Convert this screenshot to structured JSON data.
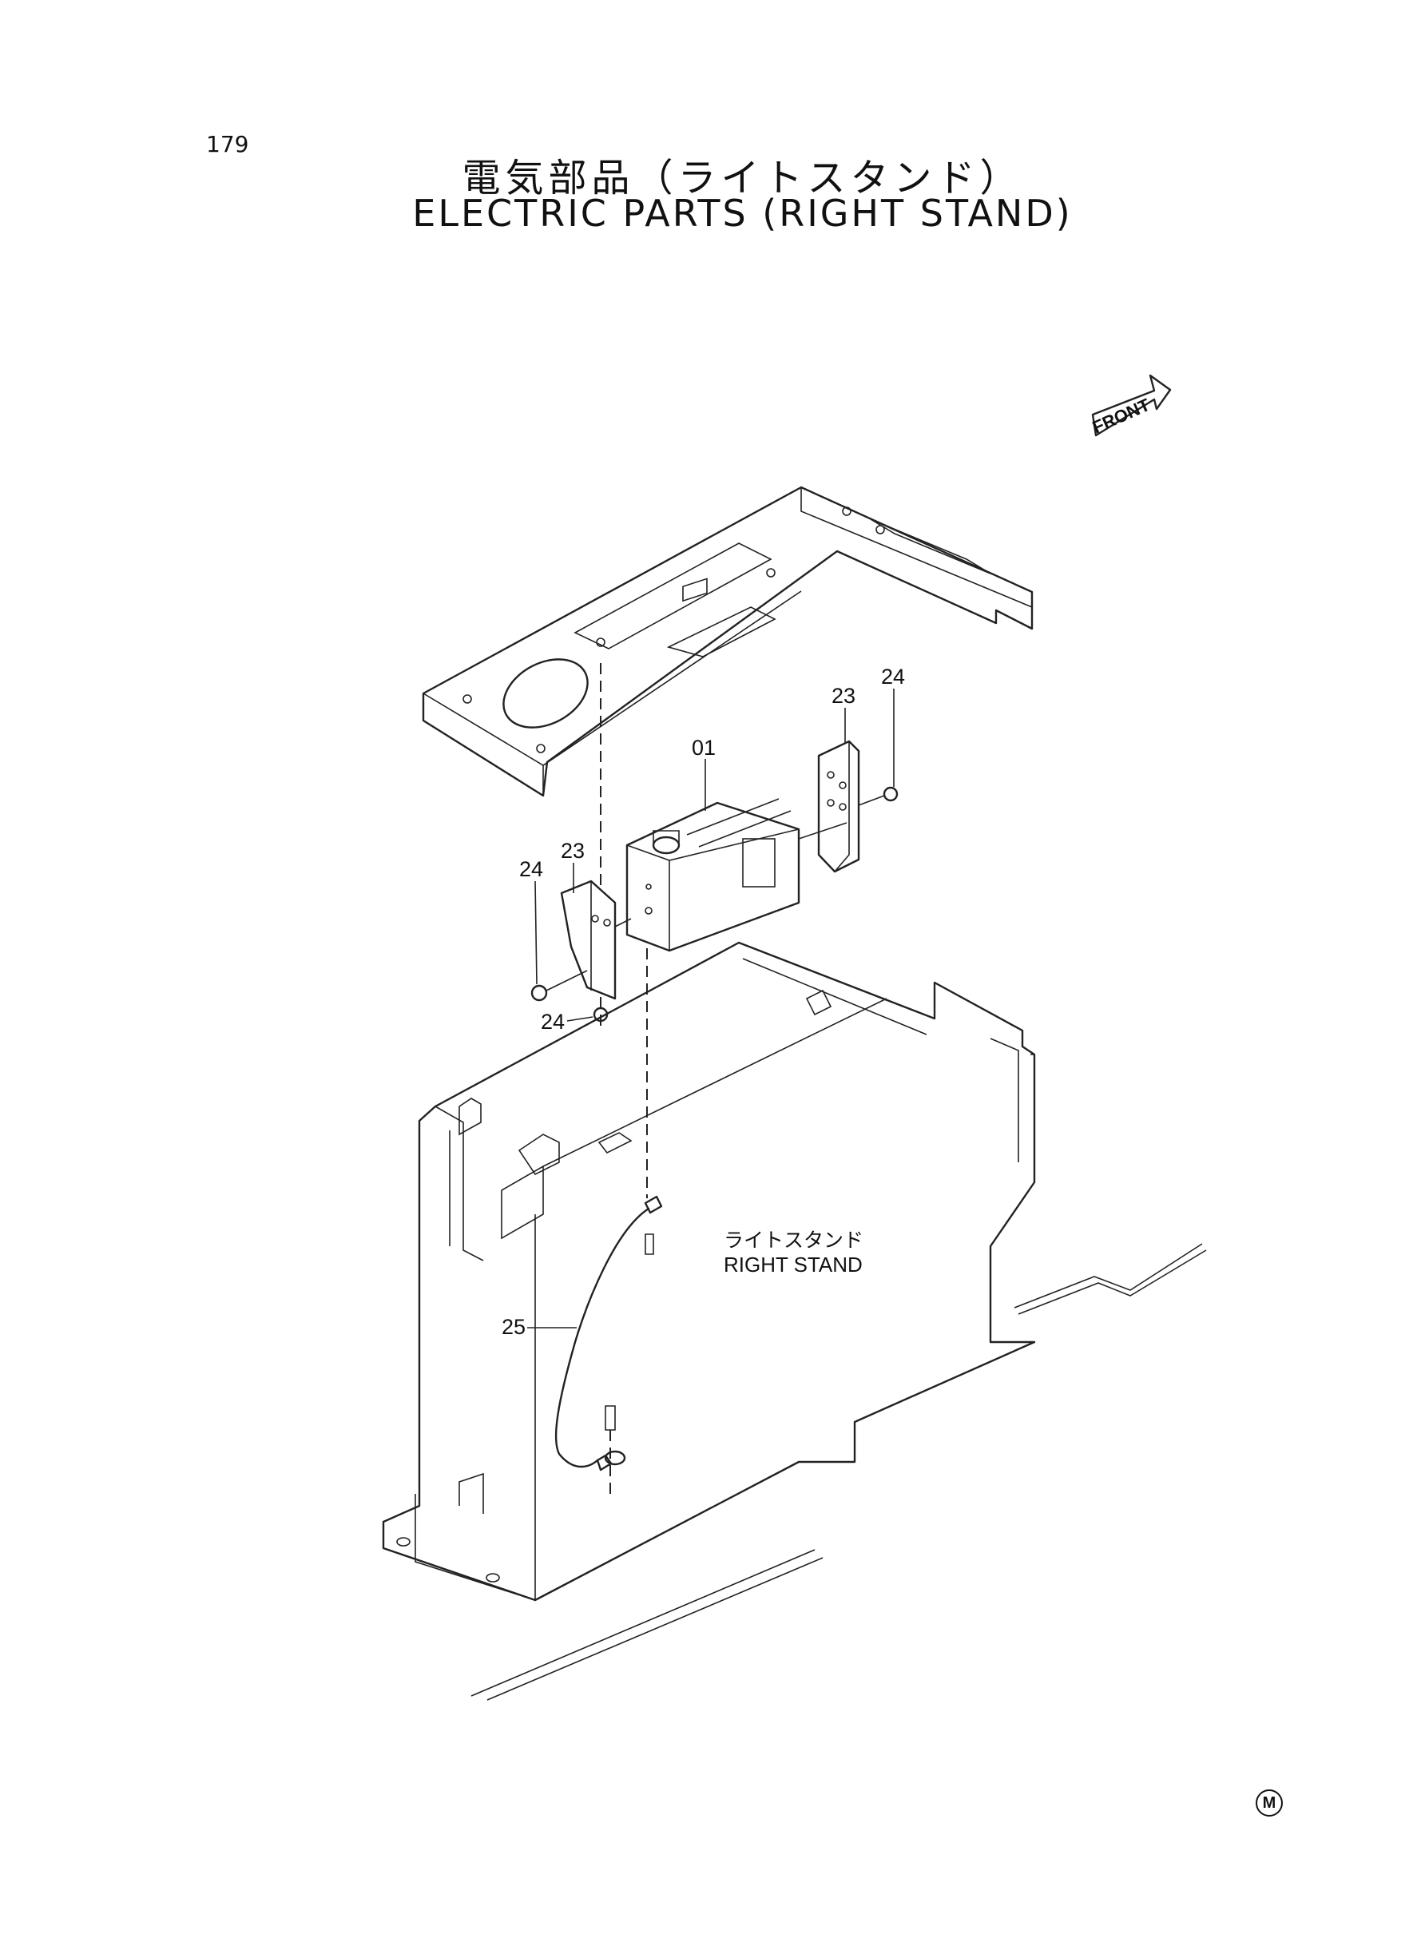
{
  "page_number": "179",
  "title_jp": "電気部品（ライトスタンド）",
  "title_en": "ELECTRIC PARTS (RIGHT STAND)",
  "front_indicator": "FRONT",
  "stand_label_jp": "ライトスタンド",
  "stand_label_en": "RIGHT STAND",
  "callouts": {
    "c01": "01",
    "c23_right": "23",
    "c24_right": "24",
    "c23_left": "23",
    "c24_left": "24",
    "c24_bottom": "24",
    "c25": "25"
  },
  "corner_mark": "M"
}
